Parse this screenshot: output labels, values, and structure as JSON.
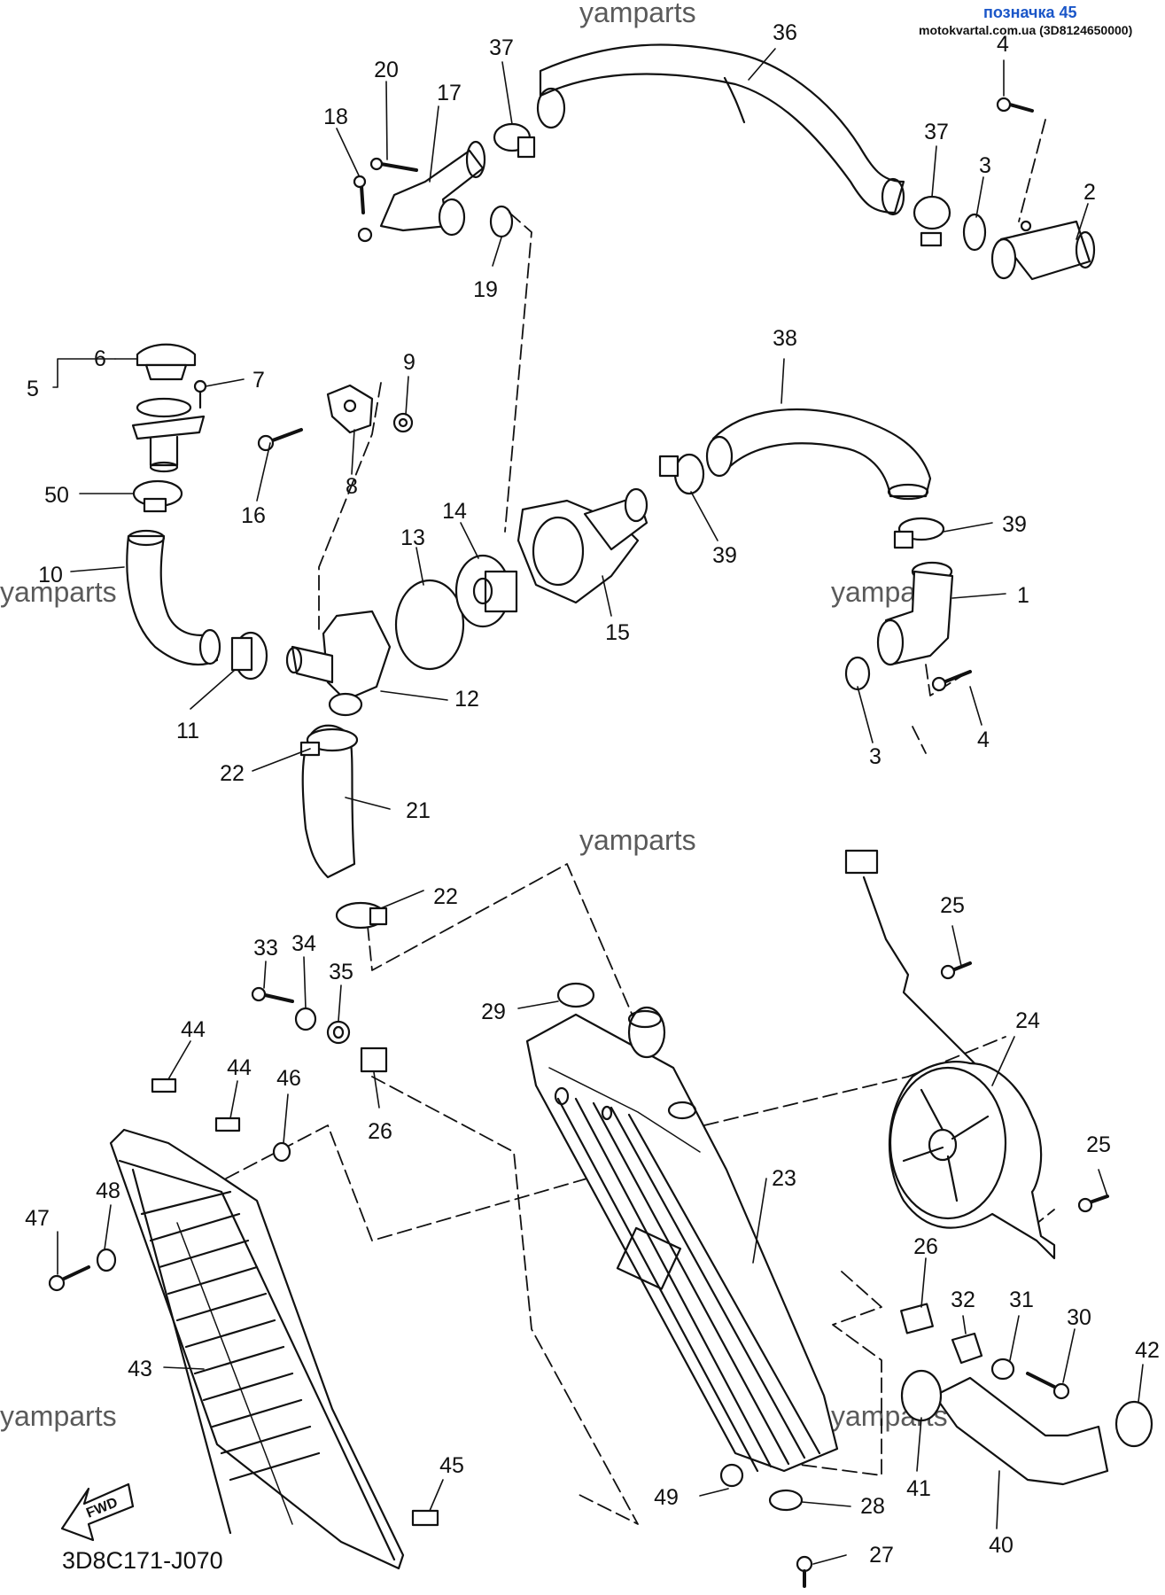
{
  "header": {
    "watermark_top": "yamparts",
    "tag": "позначка 45",
    "source": "motokvartal.com.ua (3D8124650000)"
  },
  "watermarks": [
    "yamparts",
    "yamparts",
    "yamparts",
    "yamparts",
    "yamparts"
  ],
  "diagram_code": "3D8C171-J070",
  "fwd_label": "FWD",
  "colors": {
    "line": "#111111",
    "watermark": "#5a5a5a",
    "tag": "#1a56c8"
  },
  "callouts": [
    "36",
    "37",
    "4",
    "20",
    "17",
    "18",
    "37",
    "3",
    "2",
    "19",
    "38",
    "6",
    "7",
    "5",
    "9",
    "16",
    "8",
    "50",
    "14",
    "39",
    "39",
    "13",
    "10",
    "1",
    "15",
    "11",
    "12",
    "3",
    "4",
    "22",
    "21",
    "22",
    "25",
    "33",
    "34",
    "35",
    "29",
    "24",
    "44",
    "44",
    "46",
    "26",
    "25",
    "23",
    "48",
    "47",
    "26",
    "32",
    "31",
    "30",
    "42",
    "43",
    "45",
    "49",
    "28",
    "41",
    "40",
    "27"
  ]
}
